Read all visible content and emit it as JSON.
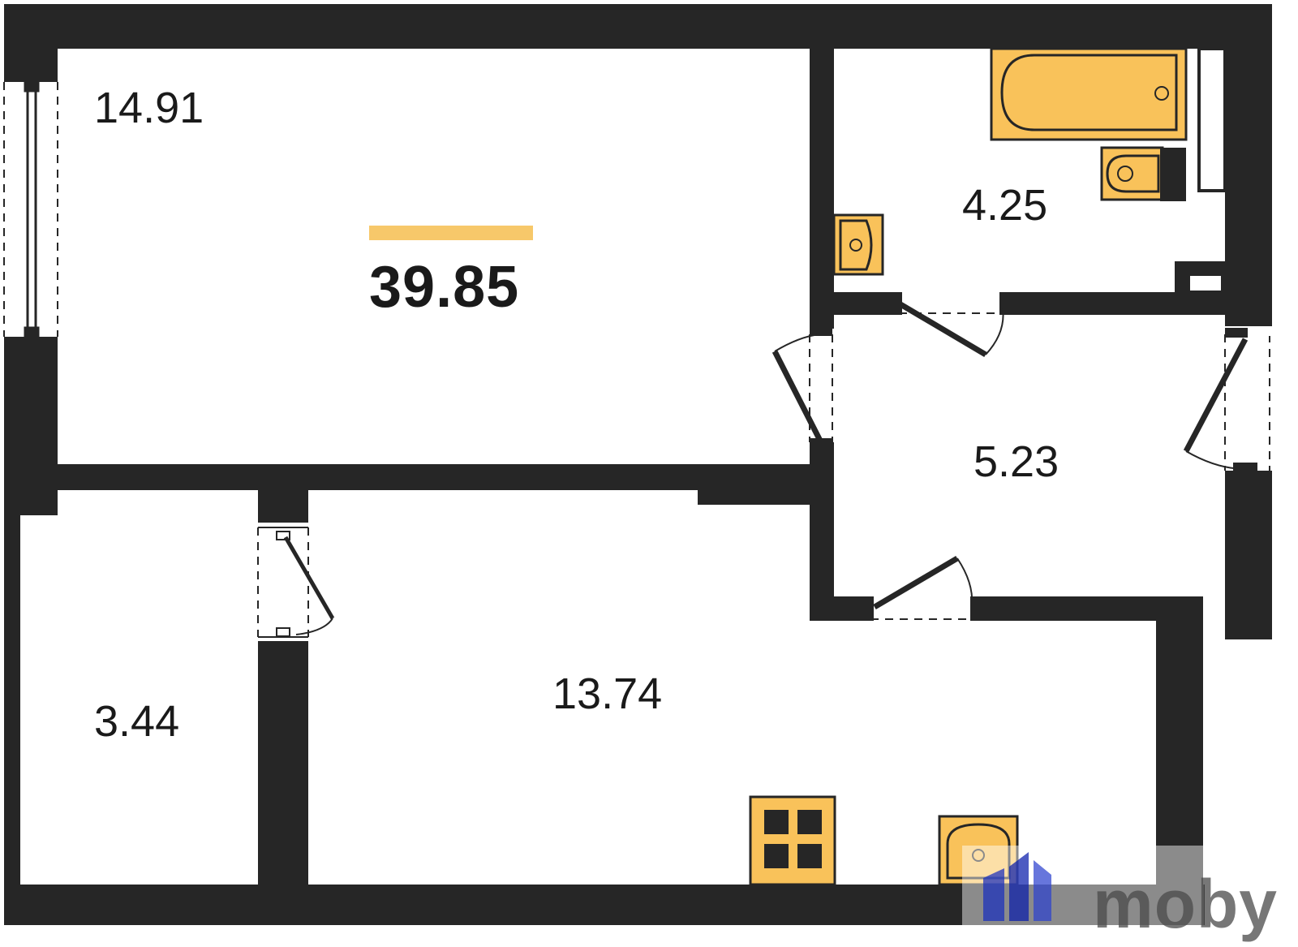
{
  "plan": {
    "total_area": "39.85",
    "rooms": [
      {
        "id": "living",
        "area": "14.91"
      },
      {
        "id": "bathroom",
        "area": "4.25"
      },
      {
        "id": "hallway",
        "area": "5.23"
      },
      {
        "id": "kitchen",
        "area": "13.74"
      },
      {
        "id": "balcony",
        "area": "3.44"
      }
    ]
  },
  "colors": {
    "wall": "#262626",
    "fixture": "#f9c25a",
    "accent": "#f7c86a",
    "background": "#ffffff"
  },
  "watermark": {
    "text": "moby",
    "logo": "moby-logo-icon"
  }
}
